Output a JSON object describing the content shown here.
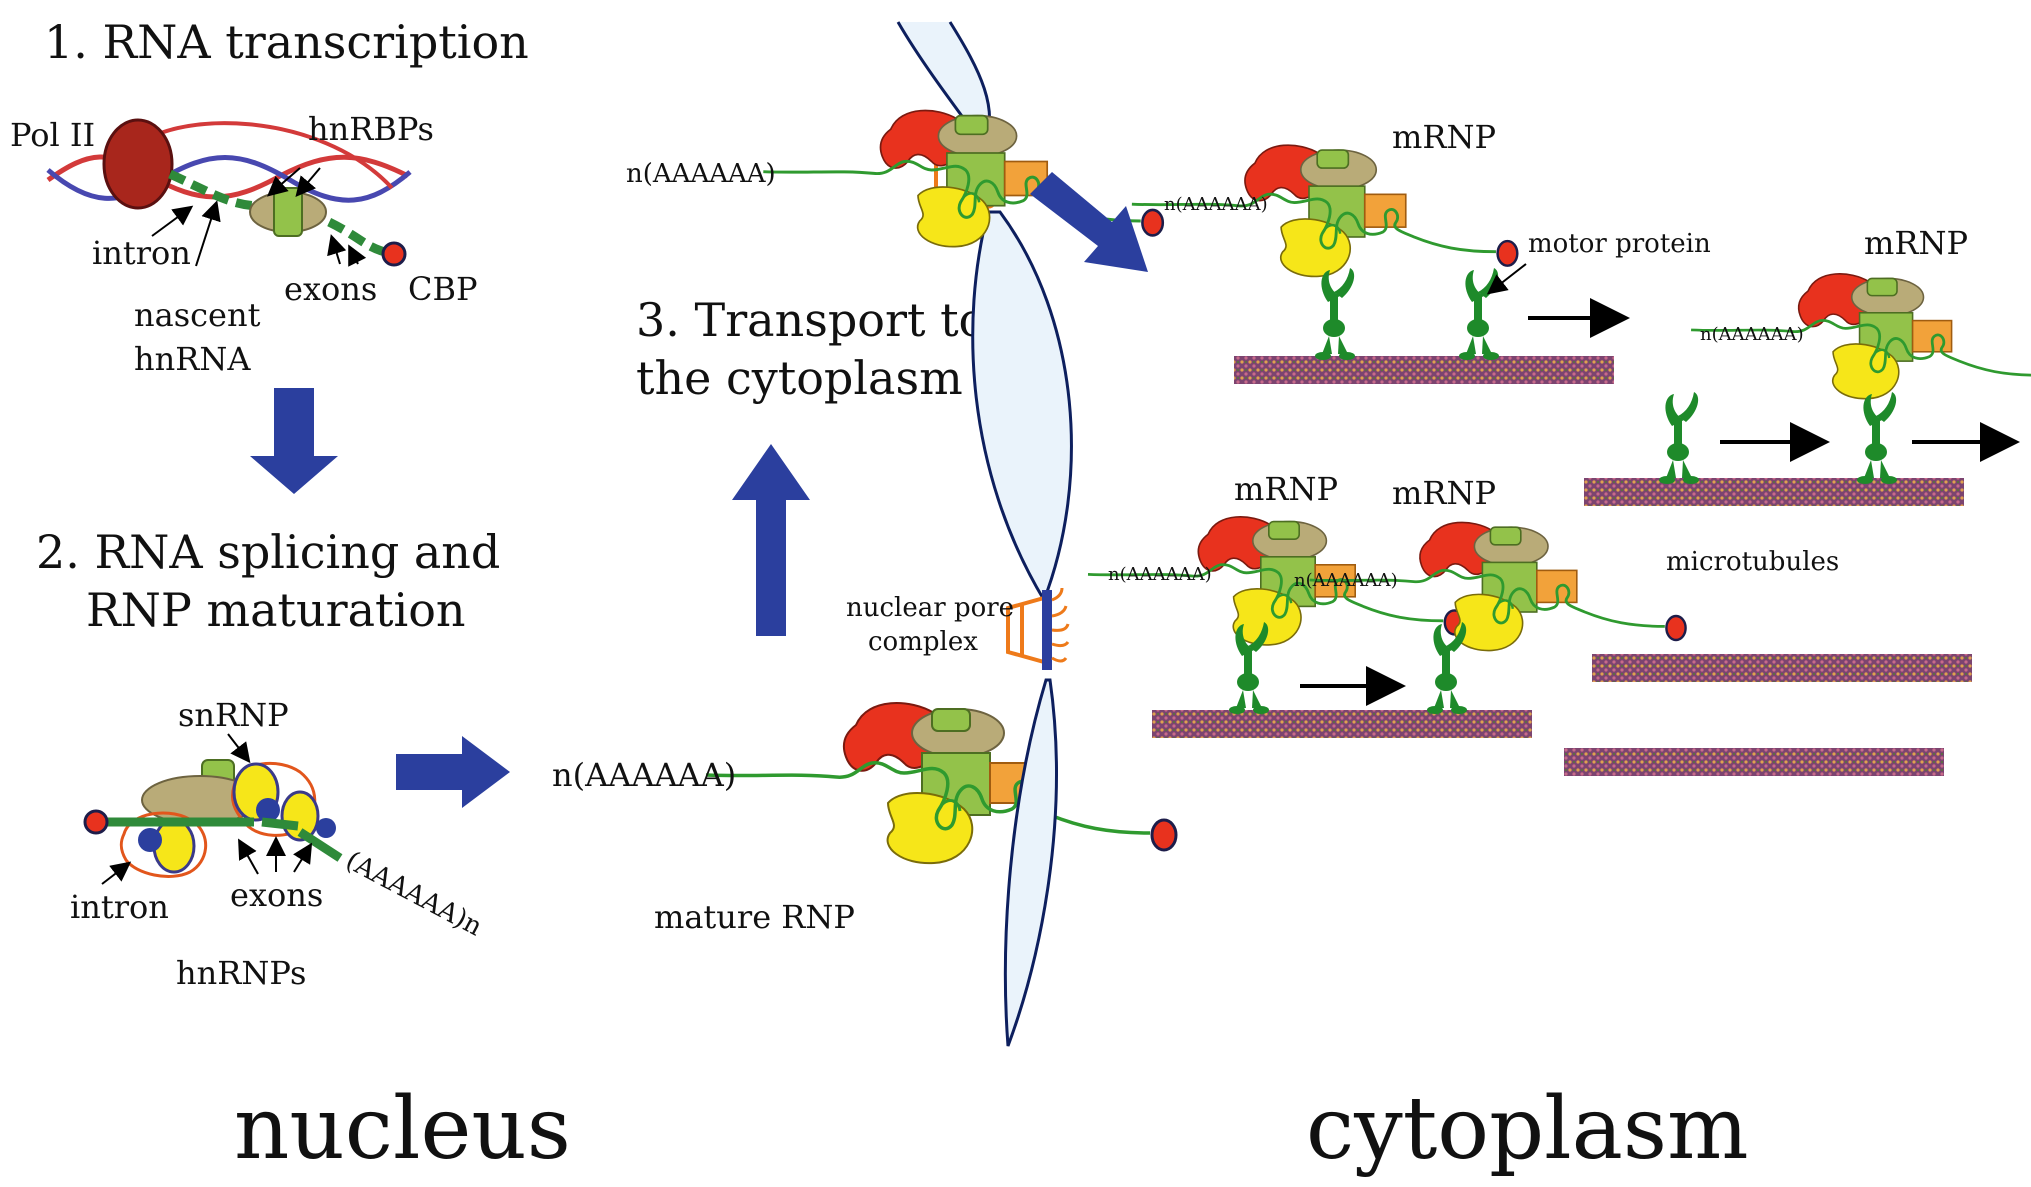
{
  "steps": {
    "s1": "1. RNA transcription",
    "s2a": "2. RNA splicing and",
    "s2b": "RNP maturation",
    "s3a": "3. Transport to",
    "s3b": "the cytoplasm"
  },
  "labels": {
    "pol2": "Pol II",
    "hnrbps": "hnRBPs",
    "intron1": "intron",
    "exons1": "exons",
    "cbp": "CBP",
    "nascent1": "nascent",
    "nascent2": "hnRNA",
    "snrnp": "snRNP",
    "intron2": "intron",
    "exons2": "exons",
    "polya_tail": "(AAAAAA)n",
    "hnrnps": "hnRNPs",
    "polya_mature": "n(AAAAAA)",
    "mature_rnp": "mature RNP",
    "polya_pore": "n(AAAAAA)",
    "npc1": "nuclear pore",
    "npc2": "complex",
    "mrnp1": "mRNP",
    "mrnp2": "mRNP",
    "mrnp3": "mRNP",
    "mrnp4": "mRNP",
    "polya_c1": "n(AAAAAA)",
    "polya_c2": "n(AAAAAA)",
    "polya_c3": "n(AAAAAA)",
    "polya_c4": "n(AAAAAA)",
    "motor": "motor protein",
    "microtubules": "microtubules"
  },
  "regions": {
    "nucleus": "nucleus",
    "cytoplasm": "cytoplasm"
  },
  "colors": {
    "blue_arrow": "#2b3f9e",
    "red_protein": "#e8321e",
    "khaki_protein": "#b9ab78",
    "green_protein": "#93c24a",
    "yellow_protein": "#f6e619",
    "orange_box": "#f2a23a",
    "rna_green": "#2f9a2f",
    "motor_green": "#1e8a2a",
    "pol2": "#a8261c",
    "envelope": "#0d1f5e",
    "microtubule": "#8a4a7c"
  }
}
